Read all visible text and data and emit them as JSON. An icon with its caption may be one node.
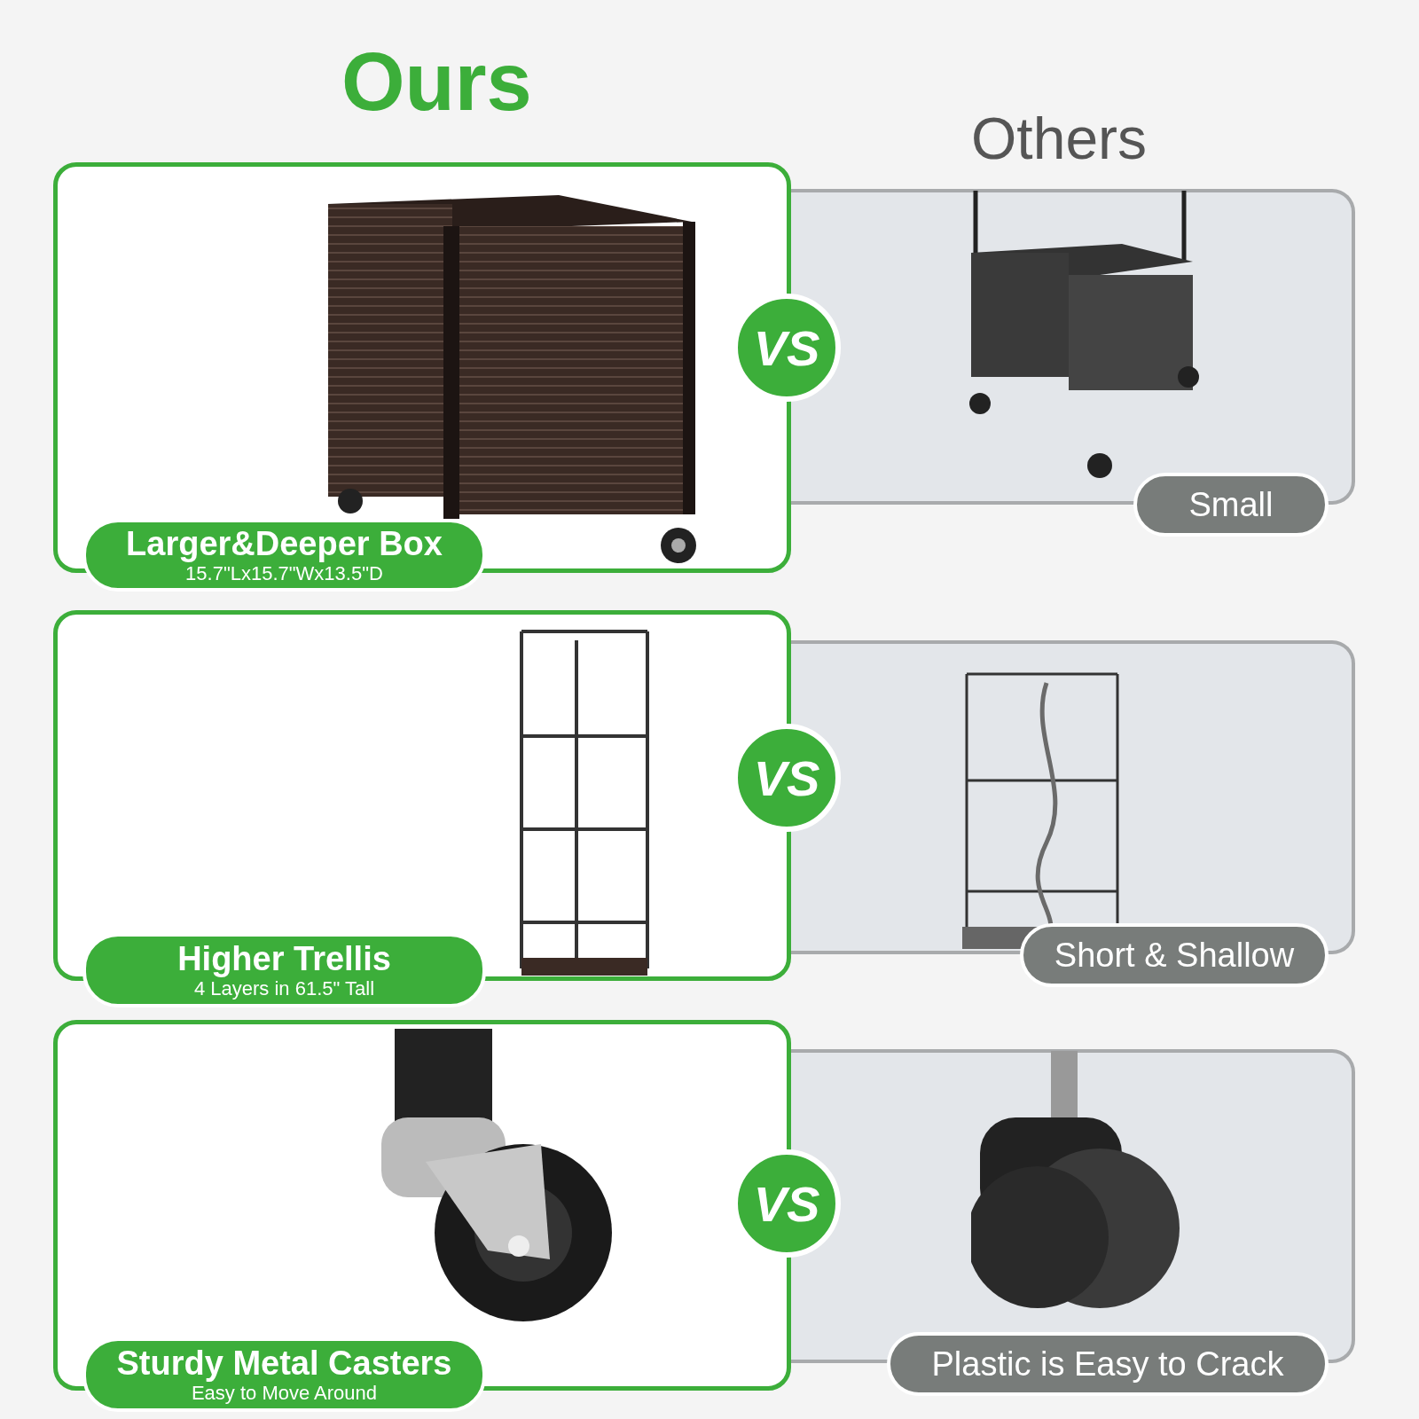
{
  "diagram": {
    "nodes": [
      {
        "text": [
          "Larger&Deeper Box",
          "15.7\"Lx15.7\"Wx13.5\"D"
        ]
      },
      {
        "text": [
          "VS"
        ]
      },
      {
        "text": [
          "Small"
        ]
      },
      {
        "text": [
          "Higher Trellis",
          "4 Layers in 61.5\" Tall"
        ]
      },
      {
        "text": [
          "VS"
        ]
      },
      {
        "text": [
          "Short & Shallow"
        ]
      },
      {
        "text": [
          "Sturdy Metal Casters",
          "Easy to Move Around"
        ]
      },
      {
        "text": [
          "VS"
        ]
      },
      {
        "text": [
          "Plastic is Easy to Crack"
        ]
      }
    ],
    "edges": [],
    "labels": [
      "Ours",
      "Others"
    ]
  }
}
